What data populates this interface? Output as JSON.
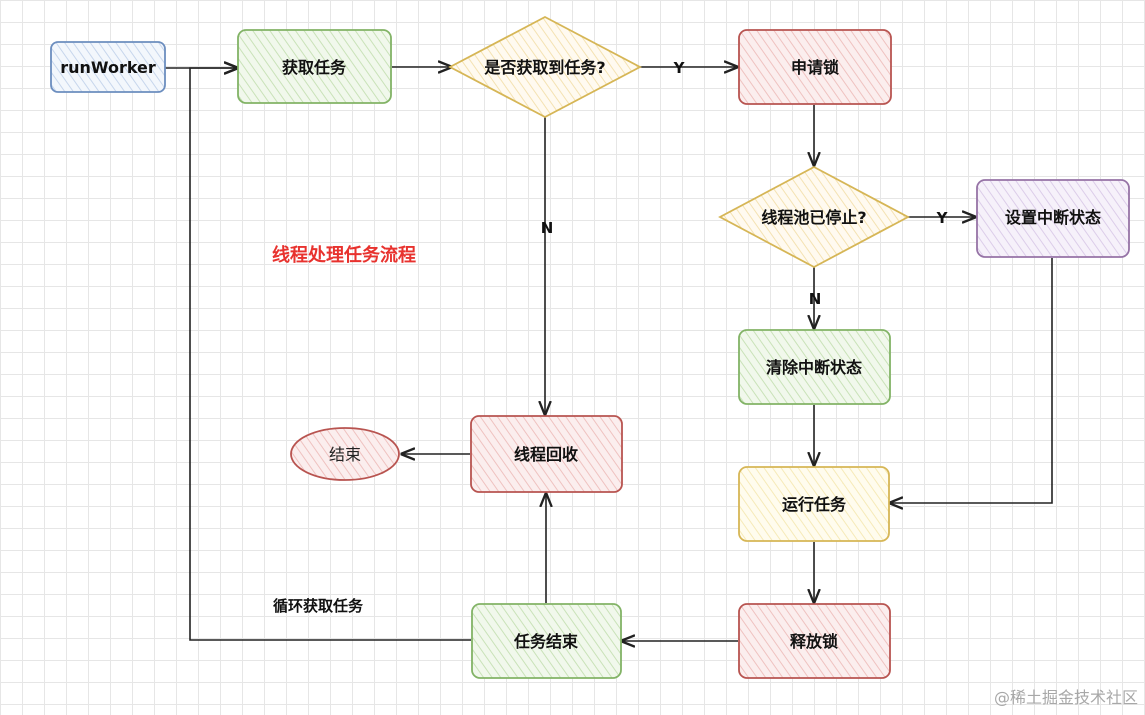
{
  "title": "线程处理任务流程",
  "loop_label": "循环获取任务",
  "watermark": "@稀土掘金技术社区",
  "nodes": {
    "run_worker": "runWorker",
    "get_task": "获取任务",
    "got_task": "是否获取到任务?",
    "acquire_lock": "申请锁",
    "pool_stopped": "线程池已停止?",
    "set_interrupt": "设置中断状态",
    "clear_interrupt": "清除中断状态",
    "run_task": "运行任务",
    "release_lock": "释放锁",
    "task_end": "任务结束",
    "recycle_thread": "线程回收",
    "end": "结束"
  },
  "edges": {
    "got_task_yes": "Y",
    "got_task_no": "N",
    "stopped_yes": "Y",
    "stopped_no": "N"
  },
  "colors": {
    "blue": "#6c8ebf",
    "green": "#82b366",
    "orange": "#d6b656",
    "red": "#b85450",
    "purple": "#9673a6",
    "yellow": "#d6b656",
    "title_red": "#e8322e"
  }
}
